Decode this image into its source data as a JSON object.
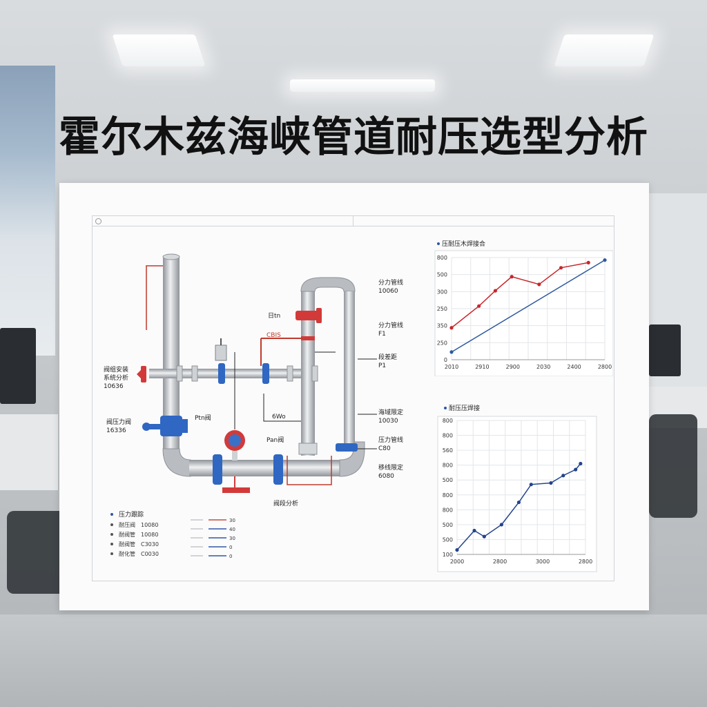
{
  "title": "霍尔木兹海峡管道耐压选型分析",
  "diagram": {
    "labels": {
      "left_top": [
        "阀组安装",
        "系统分析",
        "10636"
      ],
      "left_bottom": [
        "阀压力阀",
        "16336"
      ],
      "mid_1": "日tn",
      "mid_2": "CBIS",
      "mid_3": "Ptn阀",
      "mid_4": "6Wo",
      "mid_5": "Pan阀",
      "bottom_mid": "阀段分析",
      "right_1": [
        "分力管线",
        "10060"
      ],
      "right_2": [
        "分力管线",
        "F1"
      ],
      "right_3": [
        "段差距",
        "P1"
      ],
      "right_4": [
        "海域限定",
        "10030"
      ],
      "right_5": [
        "压力管线",
        "C80"
      ],
      "right_6": [
        "移线限定",
        "6080"
      ]
    },
    "legend": {
      "title": "压力跟踪",
      "items": [
        {
          "label": "耐压阀",
          "value": "10080"
        },
        {
          "label": "耐阀管",
          "value": "10080"
        },
        {
          "label": "耐阀管",
          "value": "C3030"
        },
        {
          "label": "耐化管",
          "value": "C0030"
        }
      ],
      "lines": [
        {
          "color": "#c94a3a",
          "label": "30"
        },
        {
          "color": "#2f56a6",
          "label": "40"
        },
        {
          "color": "#2f56a6",
          "label": "30"
        },
        {
          "color": "#2f56a6",
          "label": "0"
        },
        {
          "color": "#2f56a6",
          "label": "0"
        }
      ]
    },
    "colors": {
      "pipe": "#b9bcc0",
      "red_valve": "#d23a3a",
      "blue_valve": "#2f67c2",
      "red_line": "#c0392b"
    }
  },
  "chart_data": [
    {
      "type": "line",
      "title": "压耐压木焊接合",
      "x_ticks": [
        "2010",
        "2910",
        "2900",
        "2030",
        "2400",
        "2800"
      ],
      "y_ticks": [
        "0",
        "250",
        "350",
        "250",
        "300",
        "500",
        "800"
      ],
      "ylim": [
        0,
        800
      ],
      "series": [
        {
          "color": "#c8262b",
          "points": [
            [
              0,
              250
            ],
            [
              1,
              420
            ],
            [
              1.6,
              540
            ],
            [
              2.2,
              650
            ],
            [
              3.2,
              590
            ],
            [
              4.0,
              720
            ],
            [
              5.0,
              760
            ]
          ]
        },
        {
          "color": "#2e5a9e",
          "points": [
            [
              0,
              60
            ],
            [
              5.6,
              780
            ]
          ]
        }
      ]
    },
    {
      "type": "line",
      "title": "耐压压焊接",
      "x_ticks": [
        "2000",
        "2800",
        "3000",
        "2800"
      ],
      "y_ticks": [
        "100",
        "500",
        "500",
        "800",
        "800",
        "500",
        "800",
        "560",
        "800",
        "800"
      ],
      "ylim": [
        0,
        900
      ],
      "series": [
        {
          "color": "#23448c",
          "points": [
            [
              0,
              30
            ],
            [
              0.7,
              160
            ],
            [
              1.1,
              120
            ],
            [
              1.8,
              200
            ],
            [
              2.5,
              350
            ],
            [
              3.0,
              470
            ],
            [
              3.8,
              480
            ],
            [
              4.3,
              530
            ],
            [
              4.8,
              570
            ],
            [
              5.0,
              610
            ]
          ]
        }
      ]
    }
  ]
}
